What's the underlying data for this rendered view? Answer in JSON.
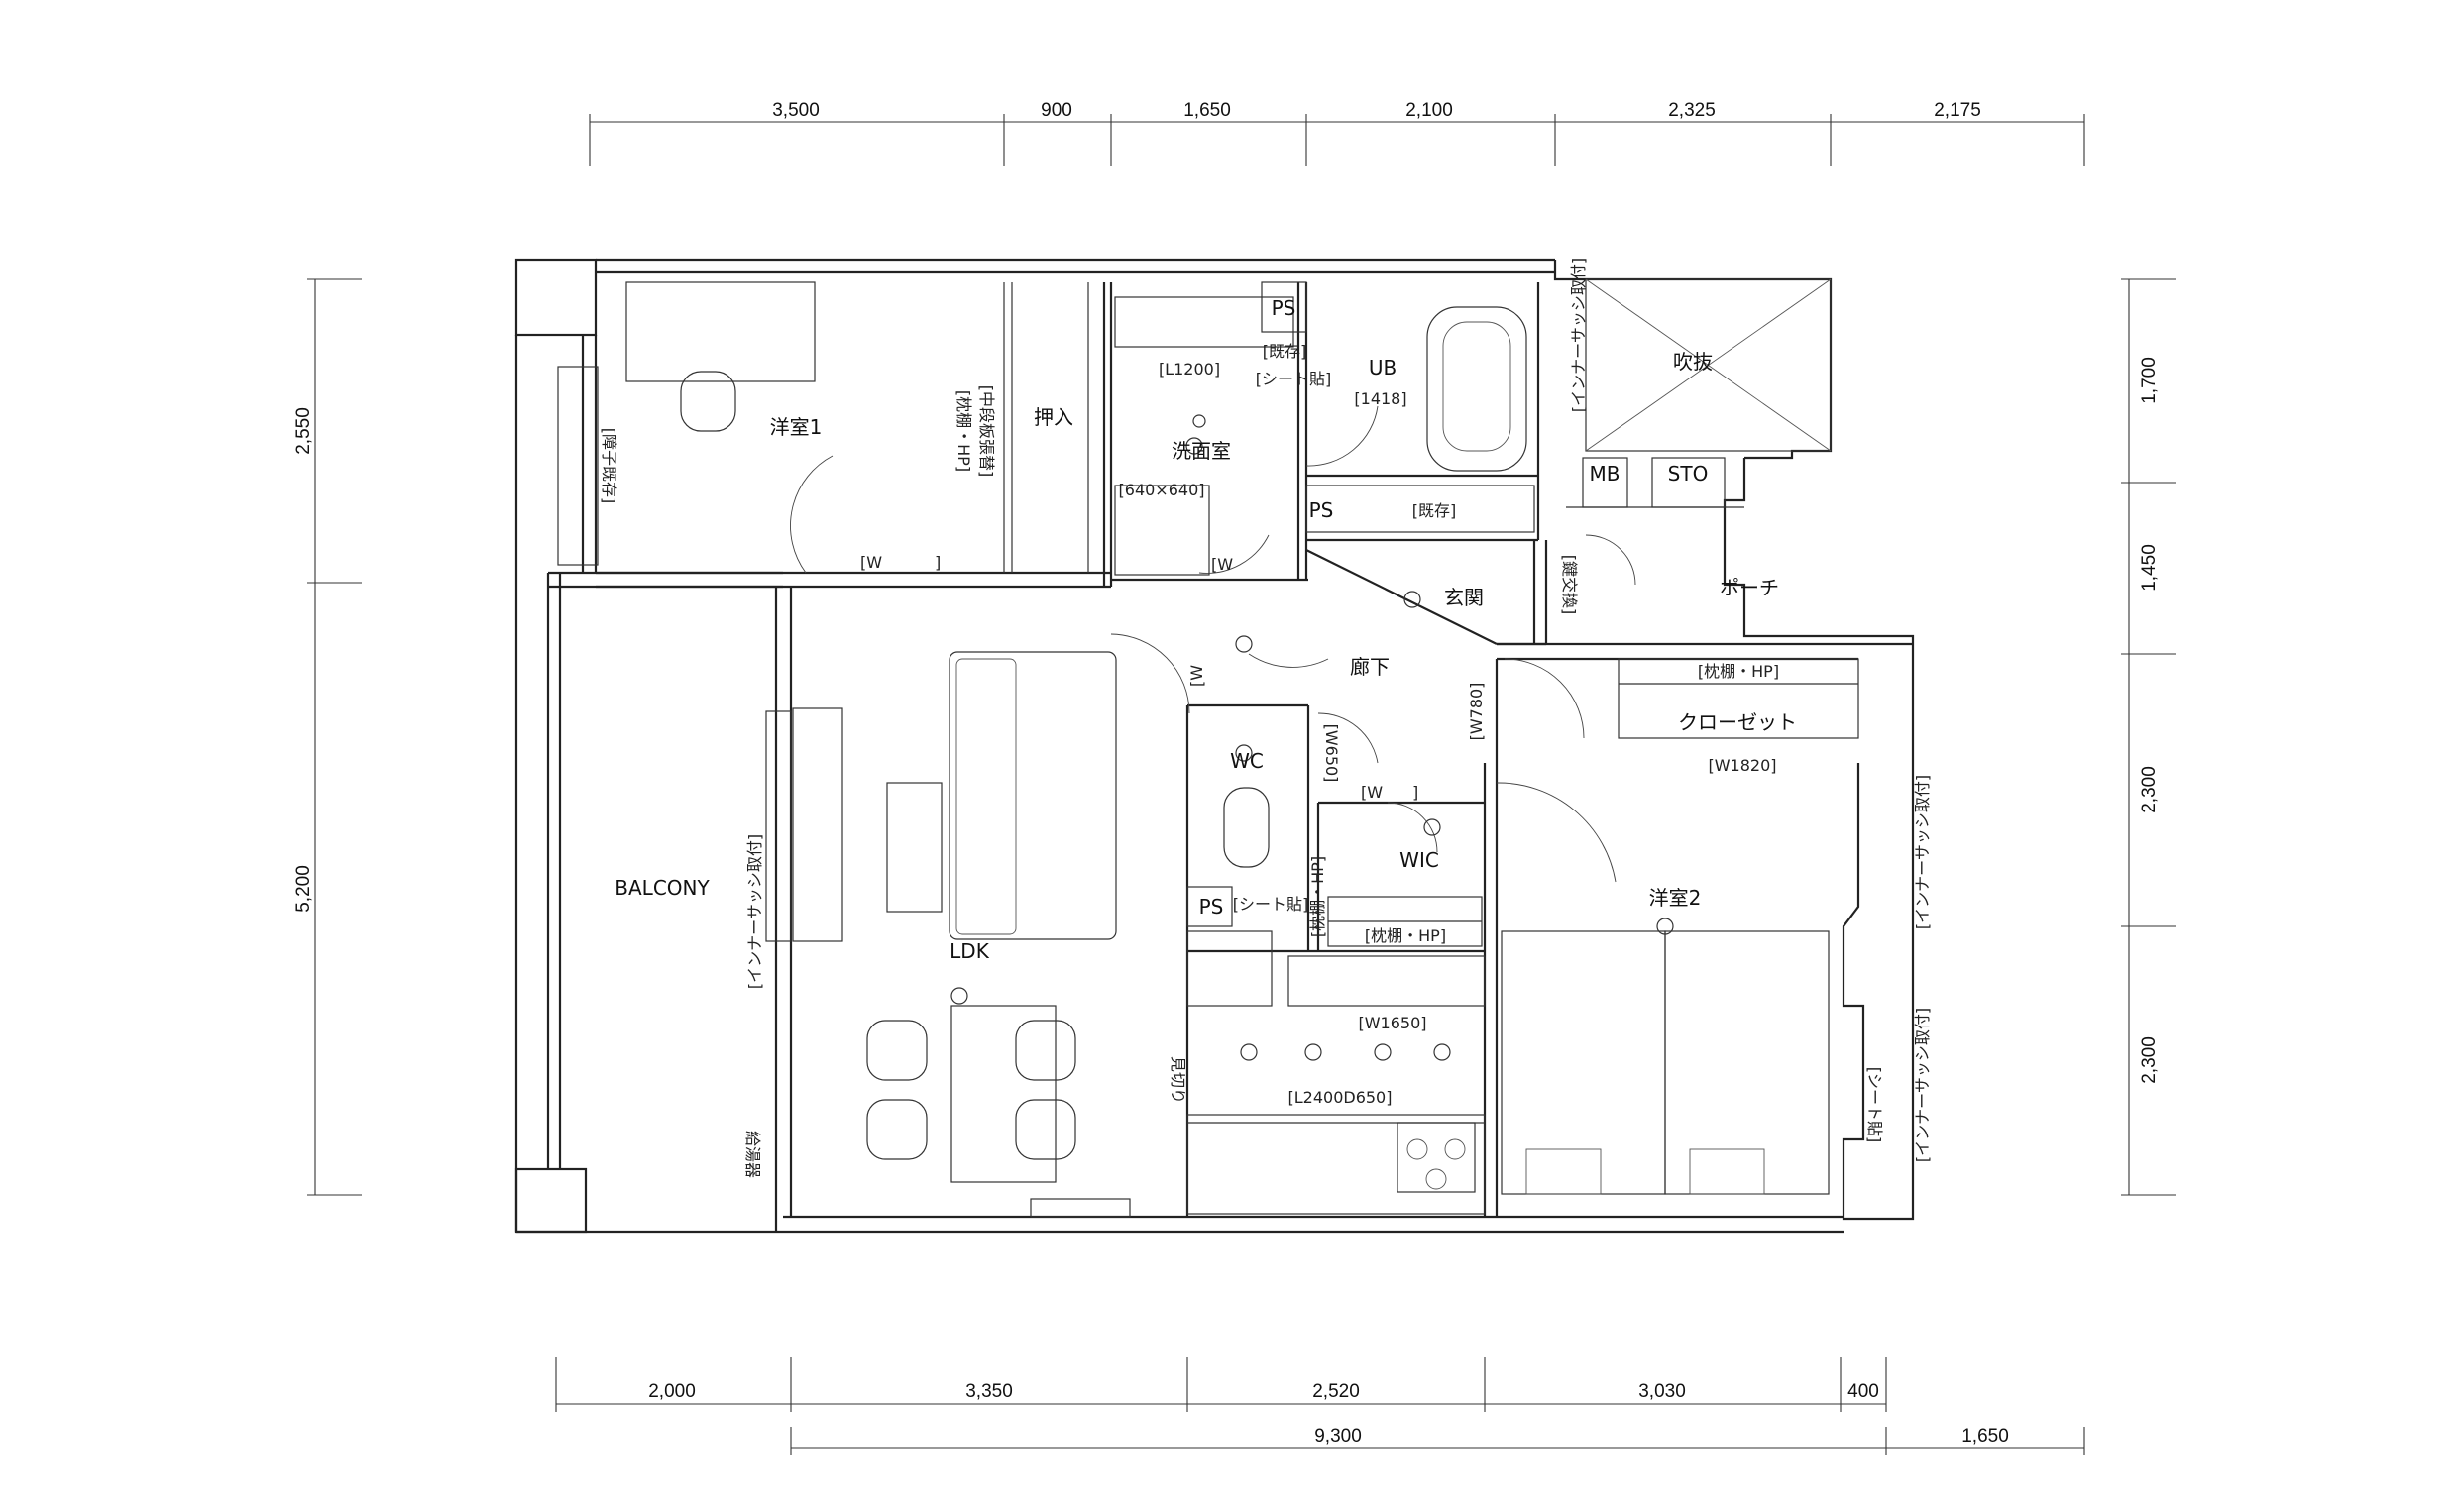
{
  "rooms": {
    "yoshitsu1": "洋室1",
    "oshiire": "押入",
    "senmen": "洗面室",
    "ub": "UB",
    "fukinuke": "吹抜",
    "ps1": "PS",
    "ps2": "PS",
    "ps3": "PS",
    "mb": "MB",
    "sto": "STO",
    "genkan": "玄関",
    "porch": "ポーチ",
    "roka": "廊下",
    "closet": "クローゼット",
    "wc": "WC",
    "wic": "WIC",
    "balcony": "BALCONY",
    "ldk": "LDK",
    "yoshitsu2": "洋室2"
  },
  "notes": {
    "l1200": "[L1200]",
    "kizon1": "[既存]",
    "sheet1": "[シート貼]",
    "n1418": "[1418]",
    "inner_top": "[インナーサッシ取付]",
    "n640": "[640×640]",
    "kizon2": "[既存]",
    "makura_hp_chudan_a": "[枕棚・HP]",
    "makura_hp_chudan_b": "[中段板張替]",
    "shoji": "[障子既存]",
    "w_a": "[W",
    "w_a_close": "]",
    "w_b": "[W",
    "w_c": "[W",
    "kagi": "[鍵交換]",
    "makura_hp1": "[枕棚・HP]",
    "w1820": "[W1820]",
    "w780": "[W780]",
    "w650": "[W650]",
    "w_d": "[W",
    "w_d_close": "]",
    "makura_hp_v": "[枕棚・HP]",
    "makura_hp2": "[枕棚・HP]",
    "sheet2": "[シート貼]",
    "w1650": "[W1650]",
    "l2400": "[L2400D650]",
    "mikiri": "見切り",
    "inner_left": "[インナーサッシ取付]",
    "kyutoki": "給湯器",
    "inner_right1": "[インナーサッシ取付]",
    "inner_right2": "[インナーサッシ取付]",
    "sheet3": "[シート貼]"
  },
  "dims": {
    "top": [
      "3,500",
      "900",
      "1,650",
      "2,100",
      "2,325",
      "2,175"
    ],
    "bottom1": [
      "2,000",
      "3,350",
      "2,520",
      "3,030",
      "400"
    ],
    "bottom2": [
      "9,300",
      "1,650"
    ],
    "left": [
      "2,550",
      "5,200"
    ],
    "right": [
      "1,700",
      "1,450",
      "2,300",
      "2,300"
    ]
  }
}
